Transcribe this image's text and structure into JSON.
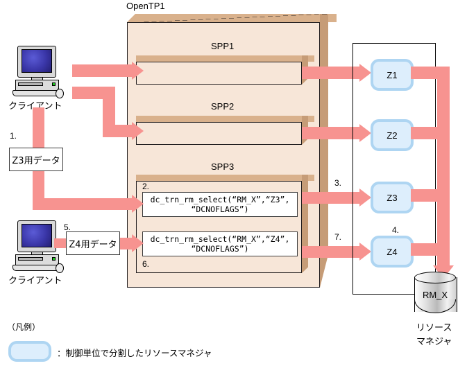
{
  "diagram": {
    "title_opentp1": "OpenTP1",
    "clients": [
      {
        "label": "クライアント",
        "icon": "computer-icon"
      },
      {
        "label": "クライアント",
        "icon": "computer-icon"
      }
    ],
    "spp_sections": [
      {
        "name": "SPP1"
      },
      {
        "name": "SPP2"
      },
      {
        "name": "SPP3"
      }
    ],
    "code_boxes": [
      {
        "step": "2.",
        "line1": "dc_trn_rm_select(“RM_X”,“Z3”,",
        "line2": "“DCNOFLAGS”)"
      },
      {
        "step": "6.",
        "line1": "dc_trn_rm_select(“RM_X”,“Z4”,",
        "line2": "“DCNOFLAGS”)"
      }
    ],
    "data_boxes": [
      {
        "step": "1.",
        "text": "Z3用データ"
      },
      {
        "step": "5.",
        "text": "Z4用データ"
      }
    ],
    "resource_units": [
      {
        "name": "Z1",
        "step": ""
      },
      {
        "name": "Z2",
        "step": ""
      },
      {
        "name": "Z3",
        "step": "3."
      },
      {
        "name": "Z4",
        "step": "4."
      }
    ],
    "step_markers": [
      {
        "id": "step-7",
        "text": "7."
      }
    ],
    "database": {
      "name": "RM_X",
      "caption_line1": "リソース",
      "caption_line2": "マネジャ"
    },
    "legend": {
      "title": "（凡例）",
      "description": "：制御単位で分割したリソースマネジャ"
    },
    "colors": {
      "arrow": "#f79390",
      "box_face": "#f7e6d8",
      "box_top": "#d9b18c",
      "box_side": "#c69c77",
      "zone_fill": "#ddeefc",
      "zone_border": "#aed5f2"
    }
  }
}
